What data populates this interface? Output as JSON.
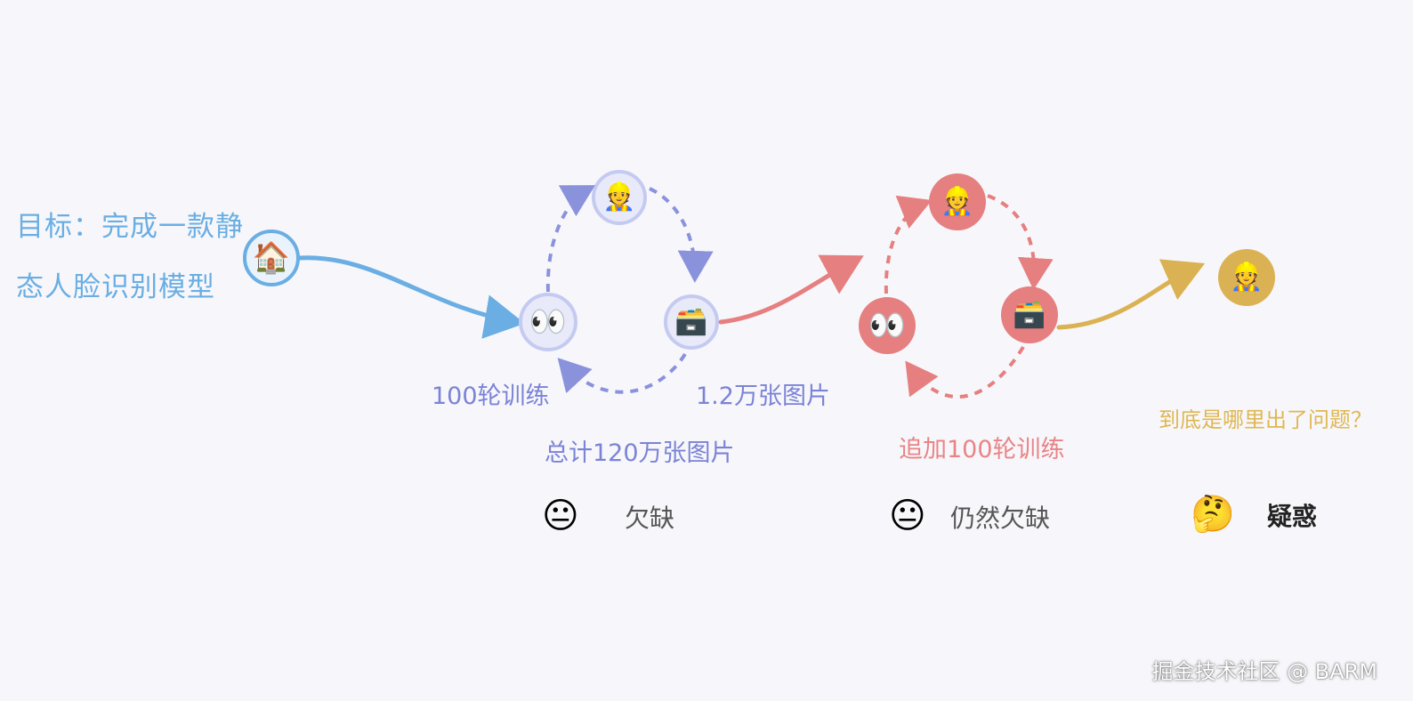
{
  "goal": {
    "line1": "目标：完成一款静",
    "line2": "态人脸识别模型"
  },
  "colors": {
    "blue": "#6aaee3",
    "indigo": "#8a92dc",
    "red": "#e57f80",
    "gold": "#dbb253",
    "status_text": "#555555"
  },
  "icons": {
    "house": "🏠",
    "eyes": "👀",
    "worker": "👷",
    "machine": "🗃️",
    "neutral_face": "😐",
    "thinking_face": "🤔"
  },
  "phase1": {
    "rounds_label": "100轮训练",
    "images_label": "1.2万张图片",
    "total_label": "总计120万张图片",
    "status": "欠缺"
  },
  "phase2": {
    "rounds_label": "追加100轮训练",
    "status": "仍然欠缺"
  },
  "phase3": {
    "question": "到底是哪里出了问题？",
    "status": "疑惑"
  },
  "watermark": "掘金技术社区 @ BARM"
}
